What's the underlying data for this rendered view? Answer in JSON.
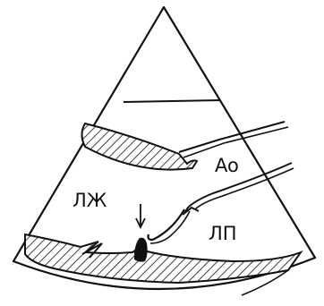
{
  "diagram": {
    "labels": {
      "aorta": "Ao",
      "left_ventricle": "ЛЖ",
      "left_atrium": "ЛП"
    },
    "colors": {
      "ink": "#111111",
      "background": "#ffffff"
    }
  }
}
